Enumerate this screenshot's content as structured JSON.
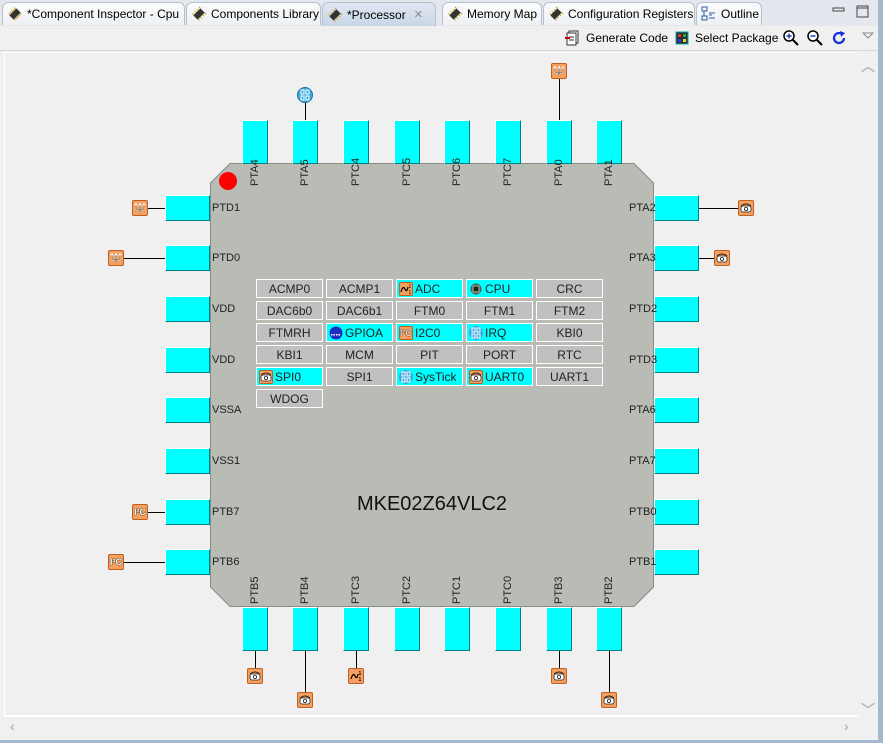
{
  "tabs": [
    {
      "label": "*Component Inspector - Cpu",
      "icon": "chip-icon",
      "active": false
    },
    {
      "label": "Components Library",
      "icon": "chip-icon",
      "active": false
    },
    {
      "label": "*Processor",
      "icon": "chip-icon",
      "active": true,
      "closable": true
    },
    {
      "label": "Memory Map",
      "icon": "chip-icon",
      "active": false
    },
    {
      "label": "Configuration Registers",
      "icon": "chip-icon",
      "active": false
    },
    {
      "label": "Outline",
      "icon": "outline-icon",
      "active": false
    }
  ],
  "toolbar": {
    "generate_code": "Generate Code",
    "select_package": "Select Package",
    "zoom_in": "zoom-in-icon",
    "zoom_out": "zoom-out-icon",
    "refresh": "refresh-icon",
    "menu": "view-menu-icon"
  },
  "chip": {
    "name": "MKE02Z64VLC2",
    "pins": {
      "top": [
        {
          "label": "PTA4",
          "bean": null
        },
        {
          "label": "PTA5",
          "bean": "irq"
        },
        {
          "label": "PTC4",
          "bean": null
        },
        {
          "label": "PTC5",
          "bean": null
        },
        {
          "label": "PTC6",
          "bean": null
        },
        {
          "label": "PTC7",
          "bean": null
        },
        {
          "label": "PTA0",
          "bean": "ftm"
        },
        {
          "label": "PTA1",
          "bean": null
        }
      ],
      "left": [
        {
          "label": "PTD1",
          "bean": "ftm"
        },
        {
          "label": "PTD0",
          "bean": "ftm"
        },
        {
          "label": "VDD",
          "bean": null
        },
        {
          "label": "VDD",
          "bean": null
        },
        {
          "label": "VSSA",
          "bean": null
        },
        {
          "label": "VSS1",
          "bean": null
        },
        {
          "label": "PTB7",
          "bean": "i2c"
        },
        {
          "label": "PTB6",
          "bean": "i2c"
        }
      ],
      "right": [
        {
          "label": "PTA2",
          "bean": "serial"
        },
        {
          "label": "PTA3",
          "bean": "serial"
        },
        {
          "label": "PTD2",
          "bean": null
        },
        {
          "label": "PTD3",
          "bean": null
        },
        {
          "label": "PTA6",
          "bean": null
        },
        {
          "label": "PTA7",
          "bean": null
        },
        {
          "label": "PTB0",
          "bean": null
        },
        {
          "label": "PTB1",
          "bean": null
        }
      ],
      "bottom": [
        {
          "label": "PTB5",
          "bean": "serial"
        },
        {
          "label": "PTB4",
          "bean": "serial"
        },
        {
          "label": "PTC3",
          "bean": "adc"
        },
        {
          "label": "PTC2",
          "bean": null
        },
        {
          "label": "PTC1",
          "bean": null
        },
        {
          "label": "PTC0",
          "bean": null
        },
        {
          "label": "PTB3",
          "bean": "serial"
        },
        {
          "label": "PTB2",
          "bean": "serial"
        }
      ]
    },
    "components": [
      {
        "label": "ACMP0",
        "used": false,
        "icon": null
      },
      {
        "label": "ACMP1",
        "used": false,
        "icon": null
      },
      {
        "label": "ADC",
        "used": true,
        "icon": "adc-icon"
      },
      {
        "label": "CPU",
        "used": true,
        "icon": "cpu-icon"
      },
      {
        "label": "CRC",
        "used": false,
        "icon": null
      },
      {
        "label": "DAC6b0",
        "used": false,
        "icon": null
      },
      {
        "label": "DAC6b1",
        "used": false,
        "icon": null
      },
      {
        "label": "FTM0",
        "used": false,
        "icon": null
      },
      {
        "label": "FTM1",
        "used": false,
        "icon": null
      },
      {
        "label": "FTM2",
        "used": false,
        "icon": null
      },
      {
        "label": "FTMRH",
        "used": false,
        "icon": null
      },
      {
        "label": "GPIOA",
        "used": true,
        "icon": "gpio-icon"
      },
      {
        "label": "I2C0",
        "used": true,
        "icon": "i2c-icon"
      },
      {
        "label": "IRQ",
        "used": true,
        "icon": "irq-icon"
      },
      {
        "label": "KBI0",
        "used": false,
        "icon": null
      },
      {
        "label": "KBI1",
        "used": false,
        "icon": null
      },
      {
        "label": "MCM",
        "used": false,
        "icon": null
      },
      {
        "label": "PIT",
        "used": false,
        "icon": null
      },
      {
        "label": "PORT",
        "used": false,
        "icon": null
      },
      {
        "label": "RTC",
        "used": false,
        "icon": null
      },
      {
        "label": "SPI0",
        "used": true,
        "icon": "serial-icon"
      },
      {
        "label": "SPI1",
        "used": false,
        "icon": null
      },
      {
        "label": "SysTick",
        "used": true,
        "icon": "irq-icon"
      },
      {
        "label": "UART0",
        "used": true,
        "icon": "serial-icon"
      },
      {
        "label": "UART1",
        "used": false,
        "icon": null
      },
      {
        "label": "WDOG",
        "used": false,
        "icon": null
      }
    ]
  },
  "colors": {
    "pin": "#00ffff",
    "chip_body": "#b9bbb5",
    "used_component": "#00ffff",
    "unused_component": "#c0c0c0",
    "pin1_marker": "#ff0000",
    "bean_icon": "#f5a060"
  }
}
